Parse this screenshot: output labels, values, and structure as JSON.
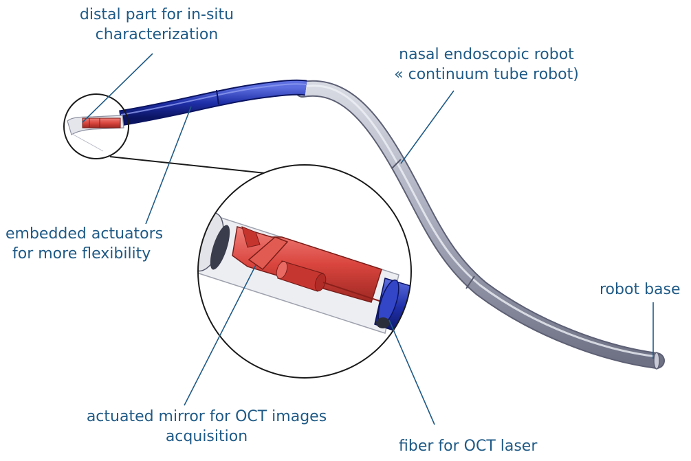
{
  "labels": {
    "distal": [
      "distal part for in-situ",
      "characterization"
    ],
    "nasal": [
      "nasal endoscopic robot",
      "« continuum tube robot)"
    ],
    "actuators": [
      "embedded actuators",
      "for more flexibility"
    ],
    "base": "robot base",
    "mirror": [
      "actuated mirror for OCT images",
      "acquisition"
    ],
    "fiber": "fiber for OCT laser"
  },
  "colors": {
    "label": "#1f5a86",
    "leader": "#1f5a86",
    "tube_gray": "#a9adbd",
    "tube_blue": "#1f2fa8",
    "mirror_red": "#d9453e",
    "outline": "#1a1a1a"
  }
}
